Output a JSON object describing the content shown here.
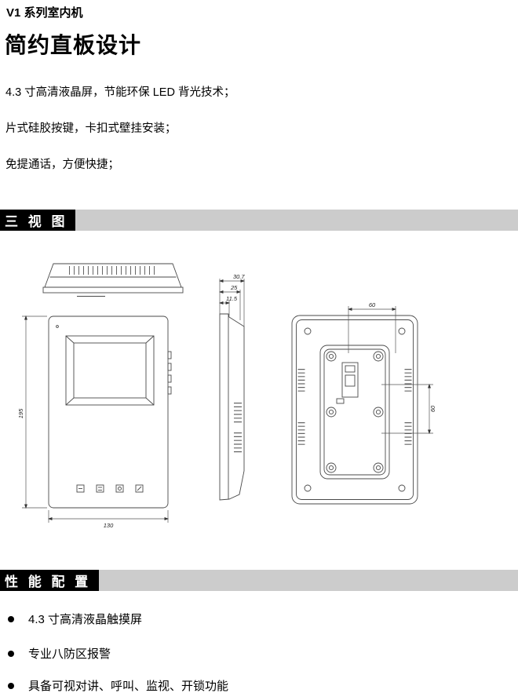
{
  "page": {
    "series_title": "V1 系列室内机",
    "main_title": "简约直板设计",
    "features": [
      "4.3 寸高清液晶屏，节能环保 LED 背光技术；",
      "片式硅胶按键，卡扣式壁挂安装；",
      "免提通话，方便快捷；"
    ]
  },
  "sections": {
    "three_view_title": "三 视 图",
    "performance_title": "性 能 配 置"
  },
  "drawing": {
    "dims": {
      "depth_total": "30.7",
      "depth_mid": "25",
      "depth_front": "11.5",
      "front_height": "195",
      "front_width": "130",
      "back_top_width": "60",
      "back_side_height": "60"
    }
  },
  "performance": {
    "items": [
      "4.3 寸高清液晶触摸屏",
      "专业八防区报警",
      "具备可视对讲、呼叫、监视、开锁功能"
    ]
  },
  "colors": {
    "section_black": "#000000",
    "section_gray": "#cccccc"
  }
}
